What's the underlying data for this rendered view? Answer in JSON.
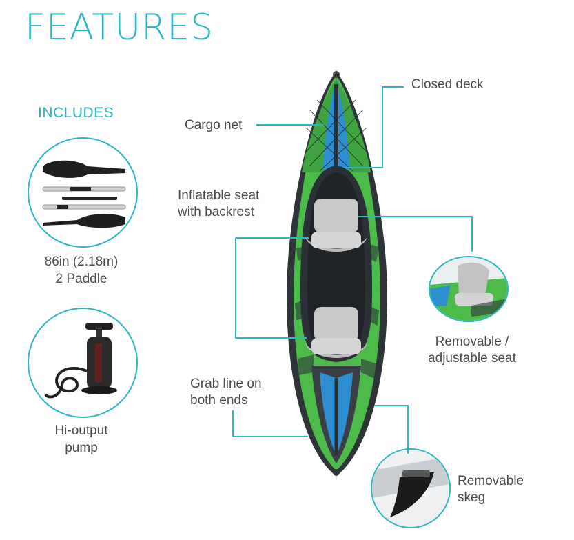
{
  "title": "FEATURES",
  "includes_heading": "INCLUDES",
  "included_items": [
    {
      "caption_line1": "86in (2.18m)",
      "caption_line2": "2 Paddle",
      "icon": "paddle-icon"
    },
    {
      "caption_line1": "Hi-output",
      "caption_line2": "pump",
      "icon": "pump-icon"
    }
  ],
  "features": {
    "closed_deck": "Closed deck",
    "cargo_net": "Cargo net",
    "seat_line1": "Inflatable seat",
    "seat_line2": "with backrest",
    "removable_seat_line1": "Removable /",
    "removable_seat_line2": "adjustable seat",
    "grab_line1": "Grab line on",
    "grab_line2": "both ends",
    "skeg_line1": "Removable",
    "skeg_line2": "skeg"
  },
  "colors": {
    "accent": "#2bb7c1",
    "kayak_green": "#4cbb4a",
    "kayak_blue": "#2e8fd0",
    "kayak_dark": "#3a3f46"
  }
}
